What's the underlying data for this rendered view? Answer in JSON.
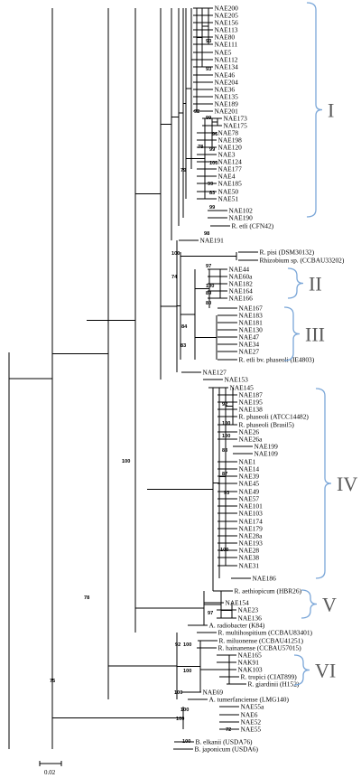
{
  "tree": {
    "leaves": [
      "NAE200",
      "NAE205",
      "NAE156",
      "NAE113",
      "NAE80",
      "NAE111",
      "NAE5",
      "NAE112",
      "NAE134",
      "NAE46",
      "NAE204",
      "NAE36",
      "NAE135",
      "NAE189",
      "NAE201",
      "NAE173",
      "NAE175",
      "NAE78",
      "NAE198",
      "NAE120",
      "NAE3",
      "NAE124",
      "NAE177",
      "NAE4",
      "NAE185",
      "NAE50",
      "NAE51",
      "NAE102",
      "NAE190",
      "R. etli (CFN42)",
      "NAE191",
      "R. pisi (DSM30132)",
      "Rhizobium sp. (CCBAU33202)",
      "NAE44",
      "NAE60a",
      "NAE182",
      "NAE164",
      "NAE166",
      "NAE167",
      "NAE183",
      "NAE181",
      "NAE130",
      "NAE47",
      "NAE34",
      "NAE27",
      "R. etli bv. phaseoli (IE4803)",
      "NAE127",
      "NAE153",
      "NAE145",
      "NAE187",
      "NAE195",
      "NAE138",
      "R. phaseoli (ATCC14482)",
      "R. phaseoli (Brasil5)",
      "NAE26",
      "NAE26a",
      "NAE199",
      "NAE109",
      "NAE1",
      "NAE14",
      "NAE39",
      "NAE45",
      "NAE49",
      "NAE57",
      "NAE101",
      "NAE103",
      "NAE174",
      "NAE179",
      "NAE28a",
      "NAE193",
      "NAE28",
      "NAE38",
      "NAE31",
      "NAE186",
      "R. aethiopicum (HBR26)",
      "NAE154",
      "NAE23",
      "NAE136",
      "A. radiobacter (K84)",
      "R. multihospitium (CCBAU83401)",
      "R. miluonense (CCBAU41251)",
      "R. hainanense (CCBAU57015)",
      "NAE165",
      "NAK91",
      "NAK103",
      "R. tropici (CIAT899)",
      "R. giardinii (H152)",
      "NAE69",
      "A. tumerfanciense (LMG140)",
      "NAE55a",
      "NAE6",
      "NAE52",
      "NAE55",
      "B. elkanii (USDA76)",
      "B. japonicum (USDA6)"
    ],
    "bootstrap": [
      "93",
      "93",
      "92",
      "99",
      "96",
      "99",
      "78",
      "100",
      "99",
      "83",
      "99",
      "79",
      "98",
      "100",
      "74",
      "97",
      "100",
      "89",
      "80",
      "84",
      "83",
      "92",
      "100",
      "100",
      "83",
      "87",
      "93",
      "100",
      "97",
      "100",
      "92",
      "78",
      "100",
      "100",
      "75",
      "100",
      "100",
      "100",
      "72",
      "100"
    ],
    "clades": [
      "I",
      "II",
      "III",
      "IV",
      "V",
      "VI"
    ],
    "scale_label": "0.02"
  }
}
